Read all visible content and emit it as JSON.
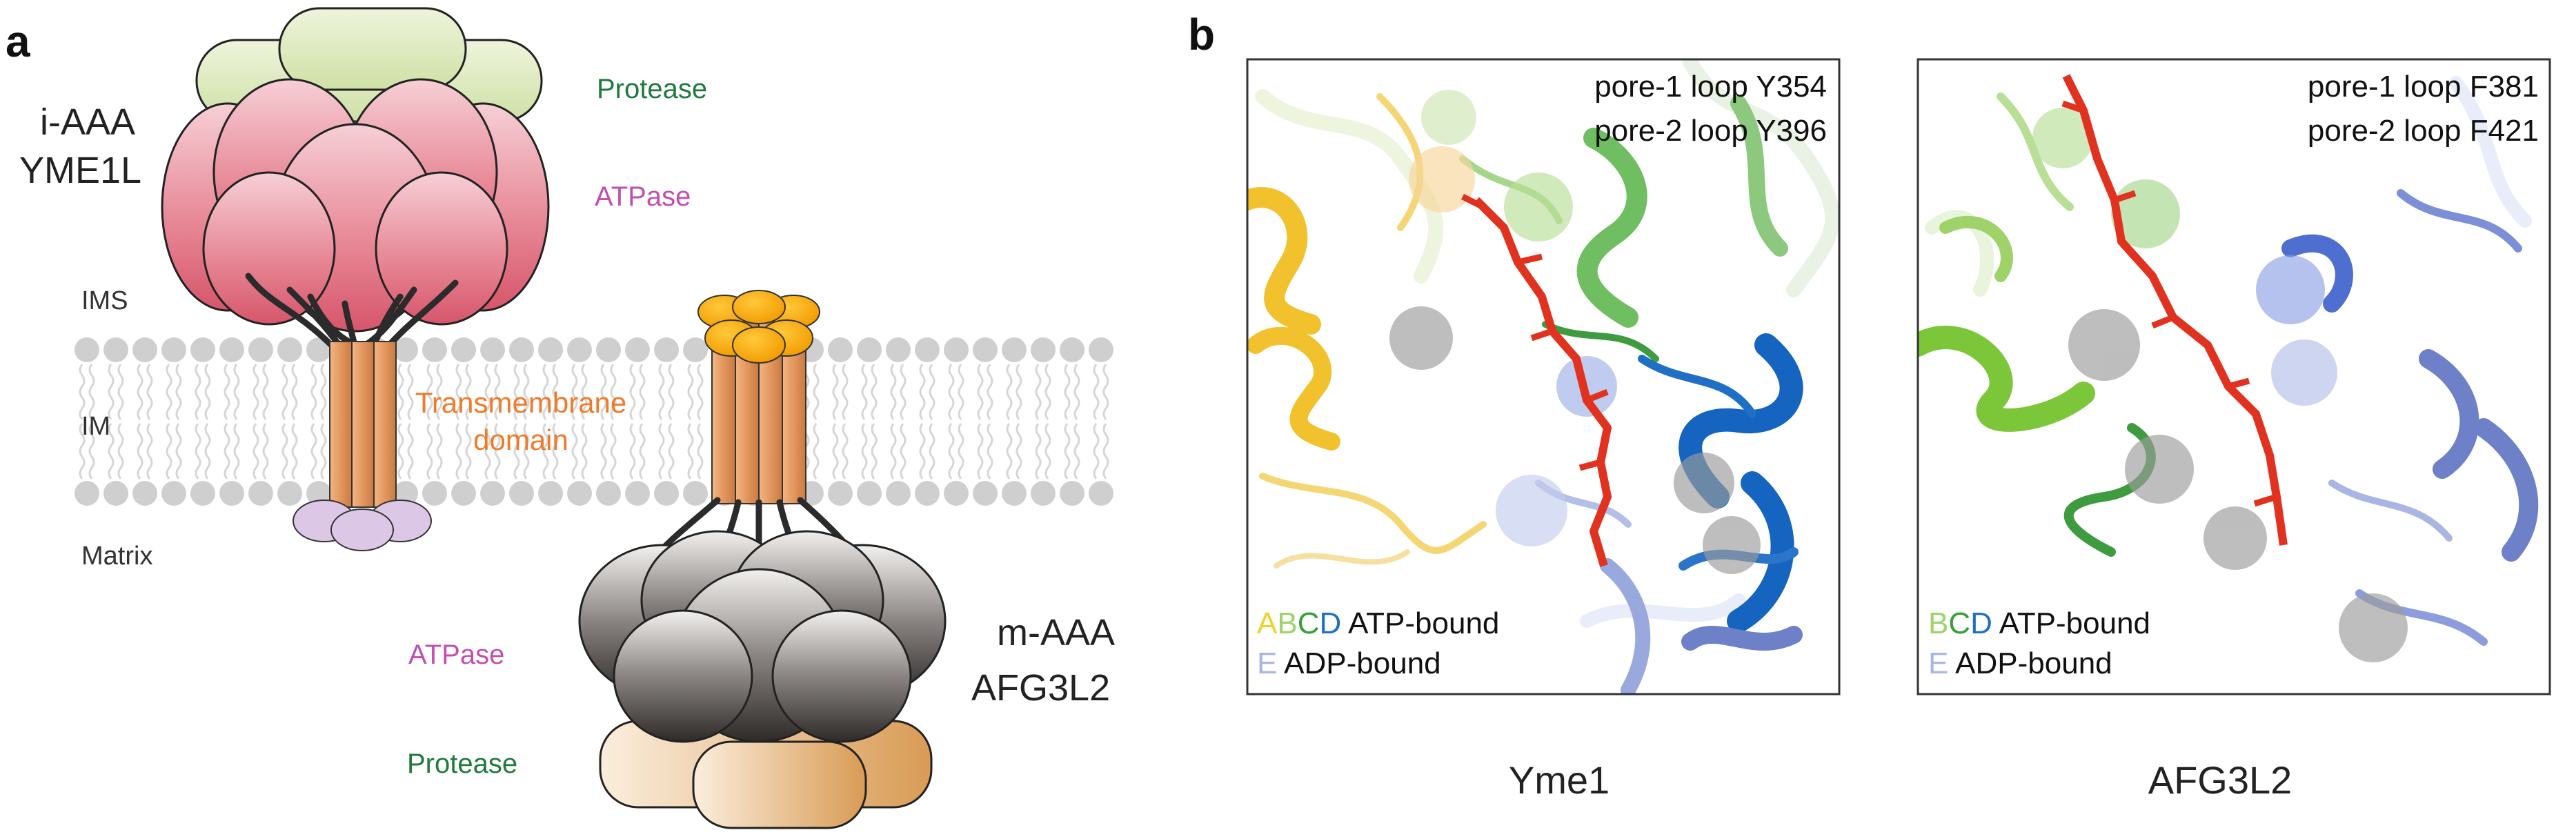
{
  "panel_a": {
    "letter": "a",
    "i_aaa_line1": "i-AAA",
    "i_aaa_line2": "YME1L",
    "protease_top": "Protease",
    "atpase_top": "ATPase",
    "ims": "IMS",
    "im": "IM",
    "matrix": "Matrix",
    "tm_line1": "Transmembrane",
    "tm_line2": "domain",
    "m_aaa_line1": "m-AAA",
    "m_aaa_line2": "AFG3L2",
    "atpase_bottom": "ATPase",
    "protease_bottom": "Protease"
  },
  "panel_b": {
    "letter": "b",
    "yme1": {
      "pore1": "pore-1 loop Y354",
      "pore2": "pore-2 loop Y396",
      "legend_letters": [
        "A",
        "B",
        "C",
        "D"
      ],
      "legend_atp_suffix": " ATP-bound",
      "legend_adp_letter": "E",
      "legend_adp_suffix": " ADP-bound",
      "caption": "Yme1"
    },
    "afg3l2": {
      "pore1": "pore-1 loop F381",
      "pore2": "pore-2 loop F421",
      "legend_letters": [
        "B",
        "C",
        "D"
      ],
      "legend_atp_suffix": " ATP-bound",
      "legend_adp_letter": "E",
      "legend_adp_suffix": " ADP-bound",
      "caption": "AFG3L2"
    }
  },
  "colors": {
    "protease_label": "#1f7a3c",
    "atpase_label": "#c24fb0",
    "tm_label": "#f07a2a",
    "chain_A": "#f2d12a",
    "chain_B": "#9fd36a",
    "chain_C": "#3a9f3a",
    "chain_D": "#1f6fc4",
    "chain_E": "#a9b6e3",
    "substrate": "#e0321e"
  }
}
